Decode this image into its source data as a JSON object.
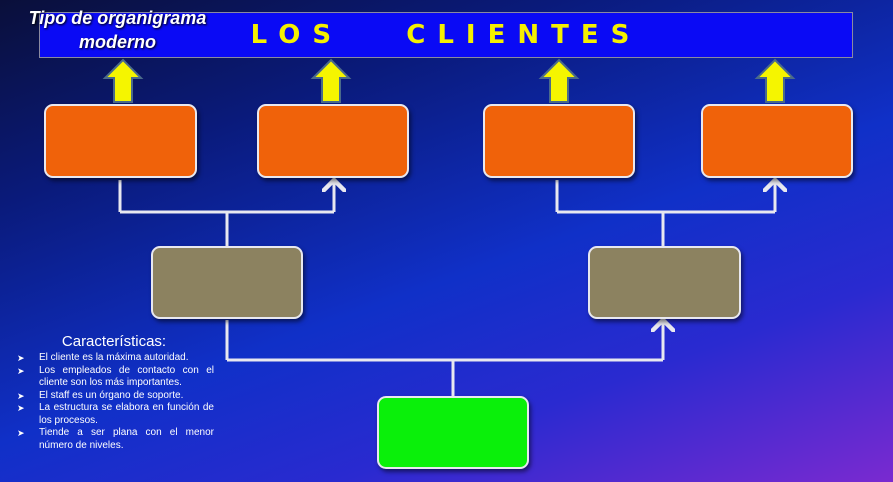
{
  "banner": {
    "title": "LOS   CLIENTES"
  },
  "subtitle": "Tipo de organigrama moderno",
  "characteristics": {
    "heading": "Características:",
    "items": [
      "El cliente es la máxima autoridad.",
      "Los empleados de contacto con el cliente son los más importantes.",
      "El staff es un órgano de soporte.",
      "La estructura se elabora en función de los procesos.",
      "Tiende a ser plana con el menor número de niveles."
    ]
  },
  "colors": {
    "banner": "#0a0af5",
    "banner_text": "#f5f000",
    "level1": "#f0620a",
    "level2": "#8c8260",
    "level3": "#0af00a",
    "arrow_up": "#f5f500"
  }
}
